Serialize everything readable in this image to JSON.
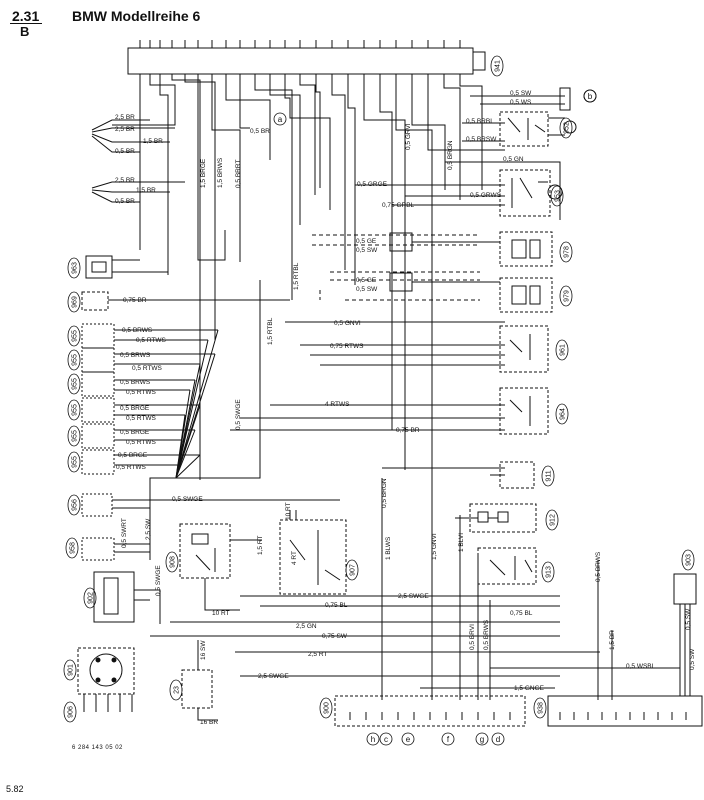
{
  "header": {
    "section": "2.31",
    "subsection": "B",
    "title": "BMW Modellreihe 6"
  },
  "footer": {
    "part_number": "6 284 143 05 02",
    "date": "5.82"
  },
  "components": {
    "c941": "941",
    "c952": "952",
    "c953": "953",
    "c978": "978",
    "c979": "979",
    "c963": "963",
    "c969": "969",
    "c955a": "955",
    "c955b": "955",
    "c955c": "955",
    "c955d": "955",
    "c955e": "955",
    "c955f": "955",
    "c962": "962",
    "c961": "961",
    "c964": "964",
    "c911": "911",
    "c912": "912",
    "c913": "913",
    "c956": "956",
    "c958": "958",
    "c908": "908",
    "c907": "907",
    "c902": "902",
    "c901": "901",
    "c906": "906",
    "c23": "23",
    "c900": "900",
    "c938": "938",
    "c903": "903"
  },
  "connectors": {
    "a": "a",
    "b": "b",
    "c": "c",
    "e": "e",
    "f": "f",
    "g": "g",
    "d": "d",
    "h": "h"
  },
  "wires": {
    "w_05sw": "0,5 SW",
    "w_05ws": "0,5 WS",
    "w_25br_top": "2,5 BR",
    "w_25br_2": "2,5 BR",
    "w_15br_1": "1,5 BR",
    "w_05br_1": "0,5 BR",
    "w_05br_a": "0,5 BR",
    "w_05brbl": "0,5 BRBL",
    "w_05brsw": "0,5 BRSW",
    "w_05gn": "0,5 GN",
    "w_25br_3": "2,5 BR",
    "w_15br_2": "1,5 BR",
    "w_05br_2": "0,5 BR",
    "w_05grge": "0,5 GRGE",
    "w_05grws": "0,5 GRWS",
    "w_075grbl": "0,75 GRBL",
    "w_05ge_1": "0,5 GE",
    "w_05sw_1": "0,5 SW",
    "w_05ge_2": "0,5 GE",
    "w_05sw_2": "0,5 SW",
    "w_15brge": "1,5 BRGE",
    "w_15brws": "1,5 BRWS",
    "w_05brrt": "0,5 BRRT",
    "w_05grvi": "0,5 GRVI",
    "w_05brgn_top": "0,5 BRGN",
    "w_15rtbl": "1,5 RTBL",
    "w_075br_969": "0,75 BR",
    "w_05gnvi": "0,5 GNVI",
    "w_075rtws": "0,75 RTWS",
    "w_15rtbl_2": "1,5 RTBL",
    "w_4rtws": "4 RTWS",
    "w_075br_2": "0,75 BR",
    "w_05brws_1": "0,5 BRWS",
    "w_05rtws_1": "0,5 RTWS",
    "w_05brws_2": "0,5 BRWS",
    "w_05rtws_2": "0,5 RTWS",
    "w_05brws_3": "0,5 BRWS",
    "w_05rtws_3": "0,5 RTWS",
    "w_05brge_1": "0,5 BRGE",
    "w_05rtws_4": "0,5 RTWS",
    "w_05brge_2": "0,5 BRGE",
    "w_05rtws_5": "0,5 RTWS",
    "w_05brge_3": "0,5 BRGE",
    "w_05rtws_6": "0,5 RTWS",
    "w_05swge_v": "0,5 SWGE",
    "w_05swge_956": "0,5 SWGE",
    "w_05swrt": "0,5 SWRT",
    "w_25sw": "2,5 SW",
    "w_05brgn_mid": "0,5 BRGN",
    "w_15rt": "1,5 RT",
    "w_10rt": "10 RT",
    "w_4rt": "4 RT",
    "w_10rt_2": "10 RT",
    "w_05swge_902": "0,5 SWGE",
    "w_1blws": "1 BLWS",
    "w_15gnvi": "1,5 GNVI",
    "w_1blvi": "1 BLVI",
    "w_05brws_r": "0,5 BRWS",
    "w_25swge_1": "2,5 SWGE",
    "w_075bl_1": "0,75 BL",
    "w_075bl_2": "0,75 BL",
    "w_25gn": "2,5 GN",
    "w_075sw": "0,75 SW",
    "w_05brvi": "0,5 BRVI",
    "w_05brws_b": "0,5 BRWS",
    "w_15br_r": "1,5 BR",
    "w_25rt": "2,5 RT",
    "w_05wsbl": "0,5 WSBL",
    "w_25swge_2": "2,5 SWGE",
    "w_15gnge": "1,5 GNGE",
    "w_16br": "16 BR",
    "w_16sw": "16 SW",
    "w_05sw_r": "0,5 SW",
    "w_05sw_r2": "0,5 SW"
  }
}
